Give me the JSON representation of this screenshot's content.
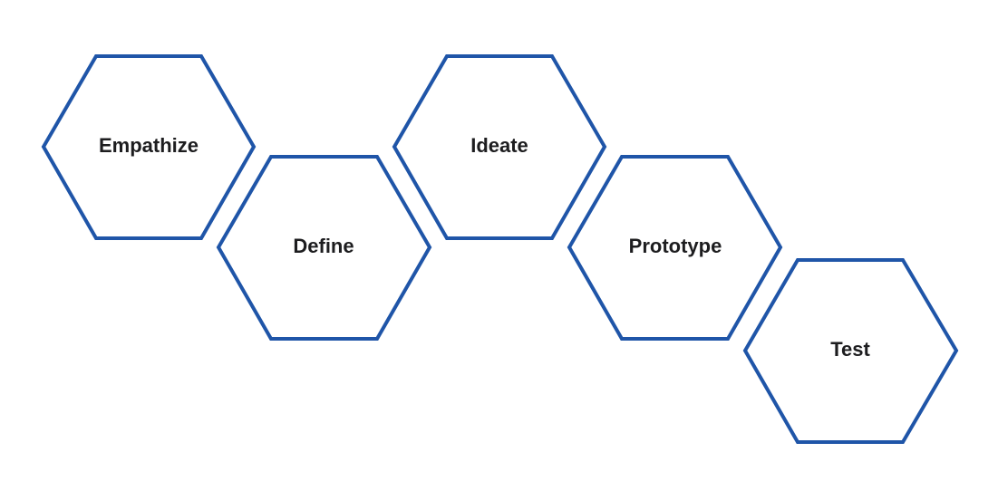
{
  "diagram": {
    "stroke_color": "#1f55a8",
    "label_color": "#1d1d1f",
    "background": "#ffffff",
    "stages": [
      {
        "id": "empathize",
        "label": "Empathize"
      },
      {
        "id": "define",
        "label": "Define"
      },
      {
        "id": "ideate",
        "label": "Ideate"
      },
      {
        "id": "prototype",
        "label": "Prototype"
      },
      {
        "id": "test",
        "label": "Test"
      }
    ]
  }
}
